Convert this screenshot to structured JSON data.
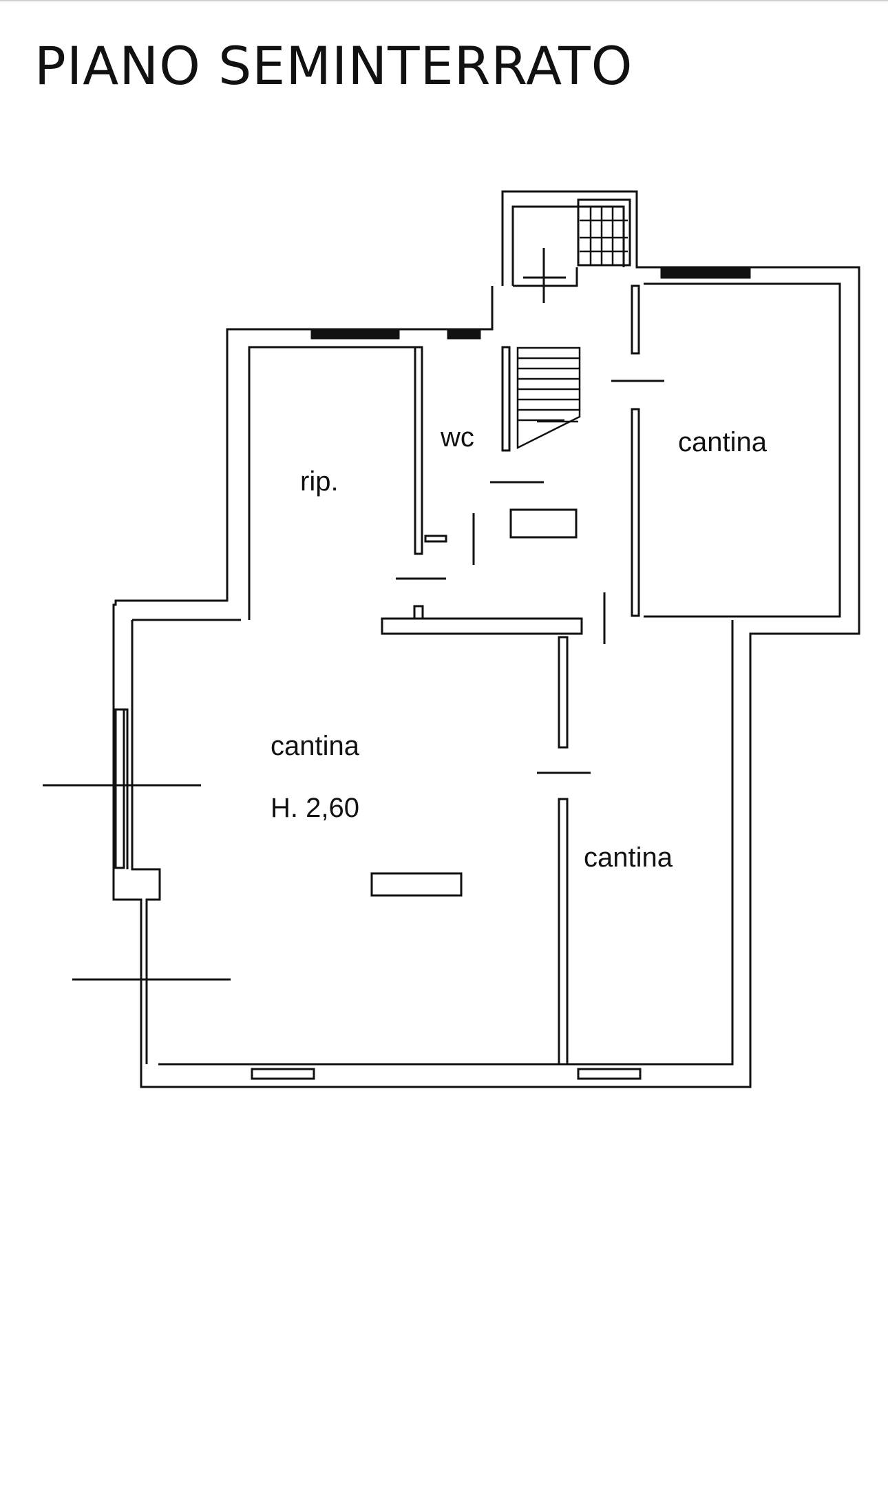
{
  "title": "PIANO SEMINTERRATO",
  "rooms": {
    "wc": "wc",
    "rip": "rip.",
    "cantina_top_right": "cantina",
    "cantina_main": "cantina",
    "cantina_main_height": "H. 2,60",
    "cantina_bottom_right": "cantina"
  },
  "colors": {
    "line": "#111111",
    "background": "#ffffff"
  }
}
